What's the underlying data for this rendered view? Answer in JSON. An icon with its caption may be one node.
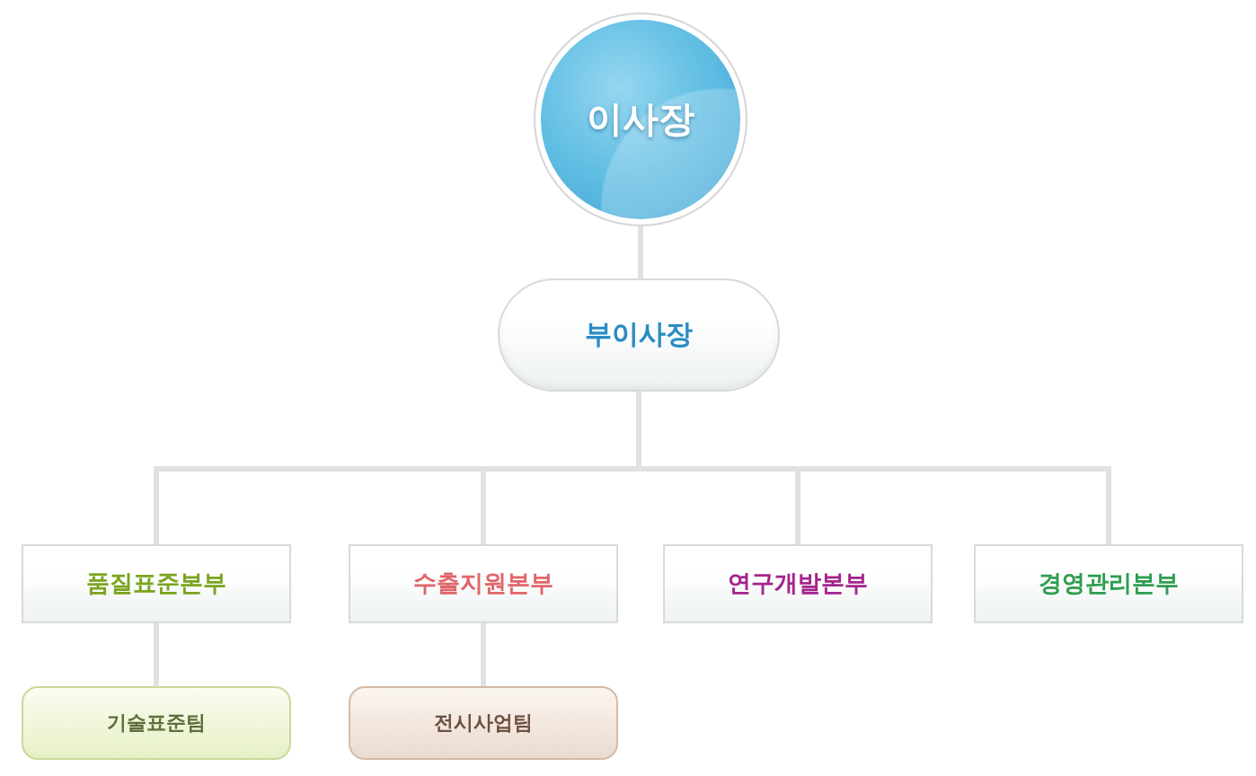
{
  "diagram": {
    "nodes": [
      {
        "text": [
          "이사장"
        ]
      },
      {
        "text": [
          "부이사장"
        ]
      },
      {
        "text": [
          "품질표준본부"
        ]
      },
      {
        "text": [
          "수출지원본부"
        ]
      },
      {
        "text": [
          "연구개발본부"
        ]
      },
      {
        "text": [
          "경영관리본부"
        ]
      },
      {
        "text": [
          "기술표준팀"
        ]
      },
      {
        "text": [
          "전시사업팀"
        ]
      }
    ],
    "edges": [
      {
        "from": 0,
        "to": 1,
        "arrow": "none"
      },
      {
        "from": 1,
        "to": 2,
        "arrow": "none"
      },
      {
        "from": 1,
        "to": 3,
        "arrow": "none"
      },
      {
        "from": 1,
        "to": 4,
        "arrow": "none"
      },
      {
        "from": 1,
        "to": 5,
        "arrow": "none"
      },
      {
        "from": 2,
        "to": 6,
        "arrow": "none"
      },
      {
        "from": 3,
        "to": 7,
        "arrow": "none"
      }
    ]
  }
}
